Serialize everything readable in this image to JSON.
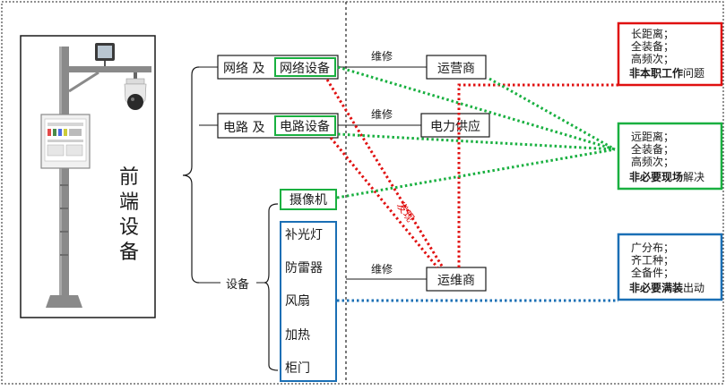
{
  "front_end": {
    "title_chars": [
      "前",
      "端",
      "设",
      "备"
    ]
  },
  "categories": {
    "network": {
      "prefix": "网络 及",
      "highlight": "网络设备"
    },
    "power": {
      "prefix": "电路 及",
      "highlight": "电路设备"
    },
    "device": {
      "label": "设备"
    }
  },
  "camera": "摄像机",
  "equipment_items": [
    "补光灯",
    "防雷器",
    "风扇",
    "加热",
    "柜门"
  ],
  "maintain_label": "维修",
  "providers": {
    "operator": "运营商",
    "power_supply": "电力供应",
    "maintainer": "运维商"
  },
  "discover_label": "发现",
  "notes": {
    "red": {
      "lines": [
        "长距离；",
        "全装备；",
        "高频次；"
      ],
      "bold": "非本职工作",
      "tail": "问题"
    },
    "green": {
      "lines": [
        "远距离；",
        "全装备；",
        "高频次；"
      ],
      "bold": "非必要现场",
      "tail": "解决"
    },
    "blue": {
      "lines": [
        "广分布；",
        "齐工种；",
        "全备件；"
      ],
      "bold": "非必要满装",
      "tail": "出动"
    }
  },
  "colors": {
    "red": "#e01010",
    "green": "#19b040",
    "blue": "#1a6fb5",
    "dark": "#1a1a1a",
    "pole": "#8a8a8a"
  }
}
